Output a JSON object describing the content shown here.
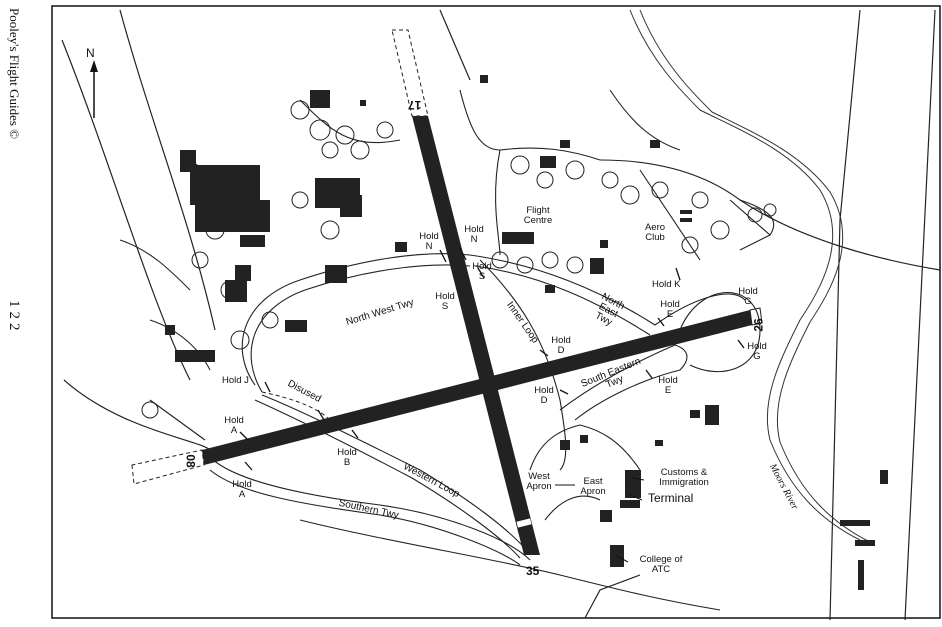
{
  "sidebar": {
    "publisher": "Pooley's Flight Guides ©",
    "page_number": "122"
  },
  "compass": {
    "label": "N"
  },
  "runways": {
    "rwy_17": "17",
    "rwy_35": "35",
    "rwy_08": "08",
    "rwy_26": "26"
  },
  "taxiways": {
    "north_west": "North West Twy",
    "north_east": "North East Twy",
    "south_eastern": "South Eastern Twy",
    "inner_loop": "Inner Loop",
    "western_loop": "Western Loop",
    "southern": "Southern Twy",
    "disused": "Disused"
  },
  "holds": {
    "n1": "Hold N",
    "n2": "Hold N",
    "s1": "Hold S",
    "s2": "Hold S",
    "k": "Hold K",
    "e1": "Hold E",
    "e2": "Hold E",
    "g1": "Hold G",
    "g2": "Hold G",
    "d1": "Hold D",
    "d2": "Hold D",
    "j": "Hold J",
    "a1": "Hold A",
    "a2": "Hold A",
    "b": "Hold B"
  },
  "facilities": {
    "flight_centre": "Flight Centre",
    "aero_club": "Aero Club",
    "west_apron": "West Apron",
    "east_apron": "East Apron",
    "customs": "Customs & Immigration",
    "terminal": "Terminal",
    "college": "College of ATC"
  },
  "features": {
    "river": "Moors River"
  }
}
